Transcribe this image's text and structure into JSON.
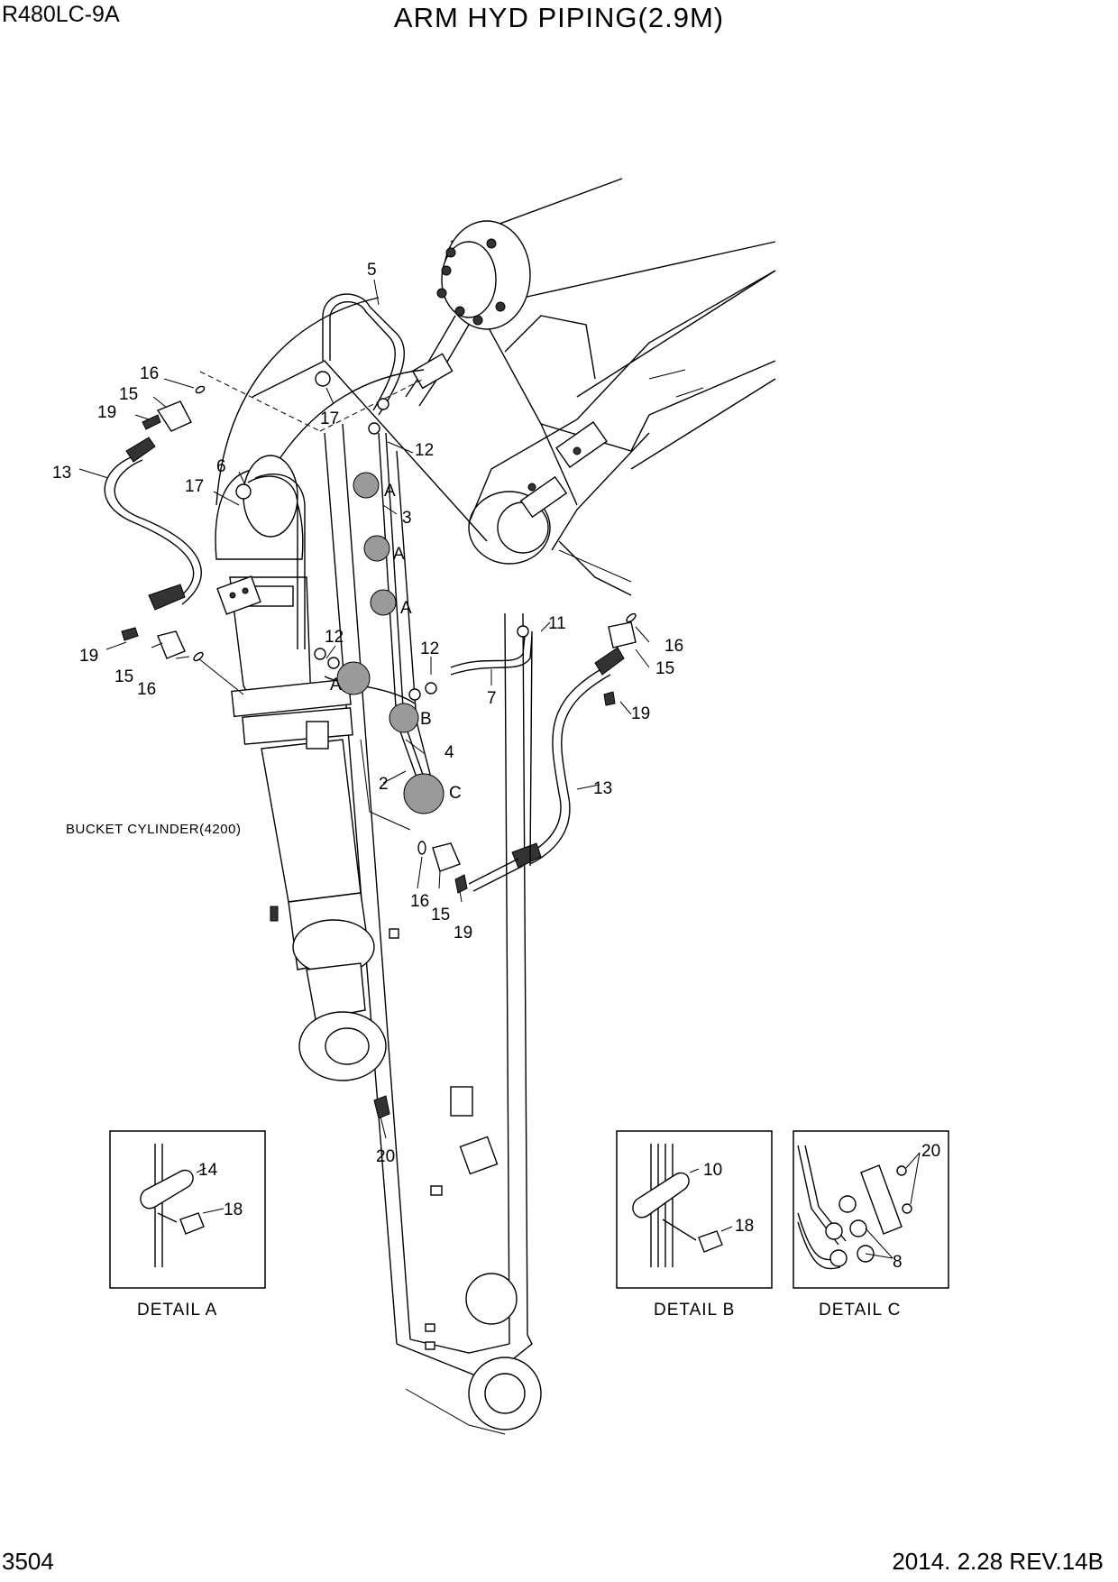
{
  "header": {
    "model": "R480LC-9A",
    "title": "ARM HYD PIPING(2.9M)"
  },
  "footer": {
    "page_number": "3504",
    "revision": "2014. 2.28  REV.14B"
  },
  "annotations": {
    "bucket_cylinder": "BUCKET CYLINDER(4200)"
  },
  "details": {
    "a": {
      "caption": "DETAIL  A",
      "labels": [
        "14",
        "18"
      ]
    },
    "b": {
      "caption": "DETAIL  B",
      "labels": [
        "10",
        "18"
      ]
    },
    "c": {
      "caption": "DETAIL  C",
      "labels": [
        "20",
        "8"
      ]
    }
  },
  "callouts": {
    "n2": "2",
    "n3": "3",
    "n4": "4",
    "n5": "5",
    "n6": "6",
    "n7": "7",
    "n11": "11",
    "n12_top": "12",
    "n12_left": "12",
    "n12_mid": "12",
    "n13_left": "13",
    "n13_right": "13",
    "n15_tl": "15",
    "n15_bl": "15",
    "n15_right": "15",
    "n15_bottom": "15",
    "n16_tl": "16",
    "n16_bl": "16",
    "n16_right": "16",
    "n16_bottom": "16",
    "n17_top": "17",
    "n17_left": "17",
    "n19_tl": "19",
    "n19_bl": "19",
    "n19_right": "19",
    "n19_bottom": "19",
    "n20": "20",
    "refA1": "A",
    "refA2": "A",
    "refA3": "A",
    "refA4": "A",
    "refB": "B",
    "refC": "C"
  }
}
